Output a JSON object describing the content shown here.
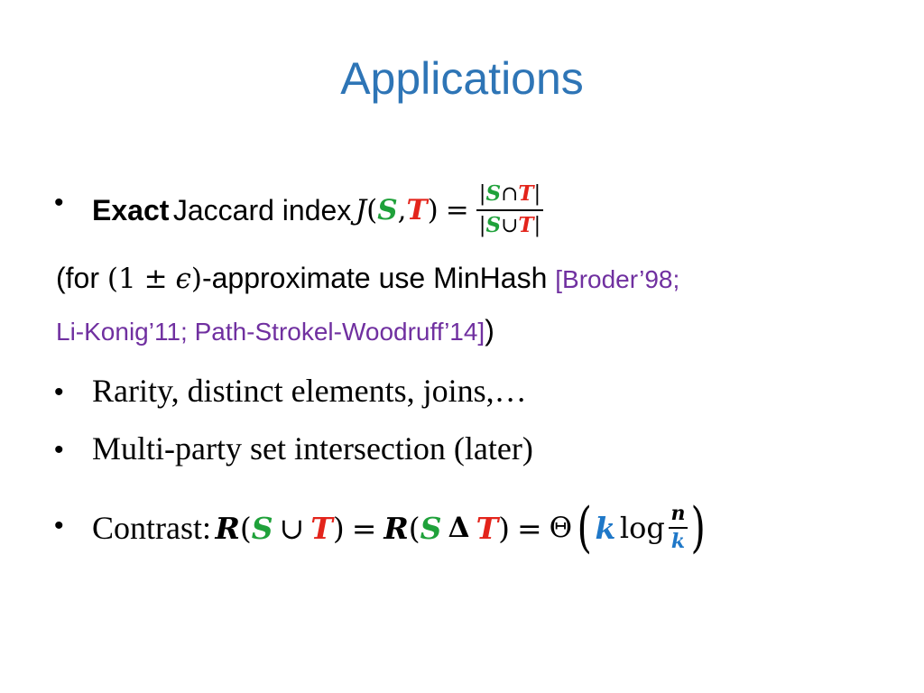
{
  "slide": {
    "title": "Applications"
  },
  "bullet1": {
    "marker": "•",
    "bold": "Exact",
    "text": "Jaccard index",
    "J": "J",
    "lparen": "(",
    "S": "S",
    "comma": ",",
    "T": "T",
    "rparen": ")",
    "eq": "=",
    "num": {
      "bar1": "|",
      "S": "S",
      "op": "∩",
      "T": "T",
      "bar2": "|"
    },
    "den": {
      "bar1": "|",
      "S": "S",
      "op": "∪",
      "T": "T",
      "bar2": "|"
    }
  },
  "para": {
    "open": "(for",
    "math_open": "(1",
    "pm": "±",
    "eps": "ϵ",
    "math_close": ")",
    "text": "-approximate use MinHash",
    "cite_line1": "[Broder’98;",
    "cite_line2": "Li-Konig’11; Path-Strokel-Woodruff’14]",
    "close": ")"
  },
  "bullet2": {
    "marker": "•",
    "text": "Rarity, distinct elements, joins,…"
  },
  "bullet3": {
    "marker": "•",
    "text": "Multi-party set intersection (later)"
  },
  "bullet4": {
    "marker": "•",
    "label": "Contrast:",
    "R1": "R",
    "lp1": "(",
    "S1": "S",
    "cup": "∪",
    "T1": "T",
    "rp1": ")",
    "eq1": "=",
    "R2": "R",
    "lp2": "(",
    "S2": "S",
    "delta": "Δ",
    "T2": "T",
    "rp2": ")",
    "eq2": "=",
    "theta": "Θ",
    "bigl": "(",
    "k": "k",
    "log": "log",
    "n": "n",
    "k2": "k",
    "bigr": ")"
  },
  "colors": {
    "title": "#2E75B6",
    "S": "#1FA13A",
    "T": "#E3241B",
    "k": "#1F78C8",
    "citation": "#7030A0"
  }
}
